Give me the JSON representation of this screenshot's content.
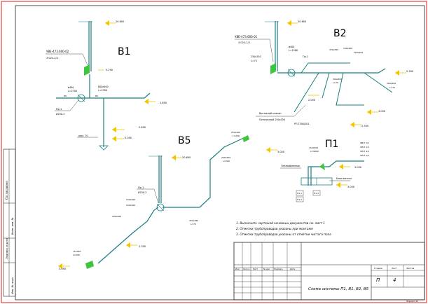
{
  "sheet": {
    "frame_color": "#e0201c",
    "pipe_color": "#1b7f82",
    "leader_color": "#f2c500",
    "valve_color": "#3ec43e",
    "border_color": "#222222",
    "text_color": "#000000"
  },
  "systems": {
    "b1": "B1",
    "b2": "B2",
    "b5": "B5",
    "p1": "П1"
  },
  "elevations": {
    "b1_top": "20.600",
    "b1_mid": "5.290",
    "b1_right": "2.850",
    "b1_low1": "2.850",
    "b1_low2": "3.050",
    "b2_top": "20.600",
    "b2_a": "5.390",
    "b2_b": "3.050",
    "b2_c": "2.050",
    "b2_d": "2.350",
    "b5_top": "20.600",
    "b5_a": "3.050",
    "b5_b": "2.350",
    "b5_c": "3.050",
    "p1_a": "3.050",
    "p1_b": "3.050"
  },
  "annotations": {
    "b1_fan_tag": "УВЕ-473.000-02",
    "b1_fan_tag2": "3.024-1/2",
    "b1_duct1": "ø400",
    "b1_duct1_len": "L=2700",
    "b1_duct2": "800x400",
    "b1_duct2_len": "L=2700",
    "b1_grille": "Пр.1",
    "b1_grille2": "Ø250-3",
    "b1_dim1": "80",
    "b1_dim2": "80",
    "b1_bottom": "ком. 70",
    "b2_fan_tag": "УВЕ-473.000-01",
    "b2_fan_tag2": "3.024-1/2",
    "b2_duct_a": "250x250",
    "b2_duct_a_len": "L=75",
    "b2_duct_b": "ø400",
    "b2_duct_b_len": "L=1500",
    "b2_grille": "Пр.1",
    "b2_label_a": "250x250",
    "b2_label_b": "100x200",
    "b2_label_c": "200x200",
    "b2_label_d": "300x200",
    "b2_label_e": "L=75",
    "b2_note": "Вытяжной клапан",
    "b2_note2": "Потолочный 250х250",
    "b2_note3": "РП-Т300/201",
    "b2_right1": "300x200",
    "b2_right2": "L=75",
    "b5_duct_a": "250x200",
    "b5_duct_a_len": "L=200",
    "b5_duct_b": "200x200",
    "b5_duct_b_len": "L=200",
    "b5_grille": "Пр.1",
    "b5_grille2": "Ø250-3",
    "b5_dim1": "150x200",
    "b5_dim2": "150x200",
    "b5_dim3": "200x200",
    "b5_label_r": "250x250",
    "b5_label_r2": "L=75",
    "b5_label_a": "75x350",
    "b5_label_b": "L=200",
    "p1_tag": "ЭВ-Е 1/1",
    "p1_tag2": "ЭЛ-Е 1/1",
    "p1_tag3": "ЭЛ-Е 1/1",
    "p1_tag4": "ЭЛ-Е 1/1",
    "p1_duct": "150x200",
    "p1_duct2": "L=9000",
    "p1_unit": "Теплообменник",
    "p1_unit2": "Блок вентил.",
    "p1_sub1": "П1.1",
    "p1_sub2": "П1.2",
    "p1_sub3": "П1.3"
  },
  "notes": [
    "1. Выполнить чертежей основных документов см. лист 1",
    "2. Отметки трубопроводов указаны при монтаже",
    "3. Отметки трубопроводов указаны от отметки чистого пола"
  ],
  "side_stamp": {
    "field1": "Согласовано",
    "field2": "Инв. № подл.",
    "field3": "Подпись и дата",
    "field4": "Взам. инв. №"
  },
  "title_block": {
    "headers": [
      "Изм",
      "Кол.уч",
      "Лист",
      "№ док",
      "Подпись",
      "Дата"
    ],
    "stage_label": "Стадия",
    "sheet_label": "Лист",
    "sheets_label": "Листов",
    "stage_value": "П",
    "sheet_value": "4",
    "title": "Схема системы П1, В1, В2, В5",
    "format": "Формат А3"
  }
}
